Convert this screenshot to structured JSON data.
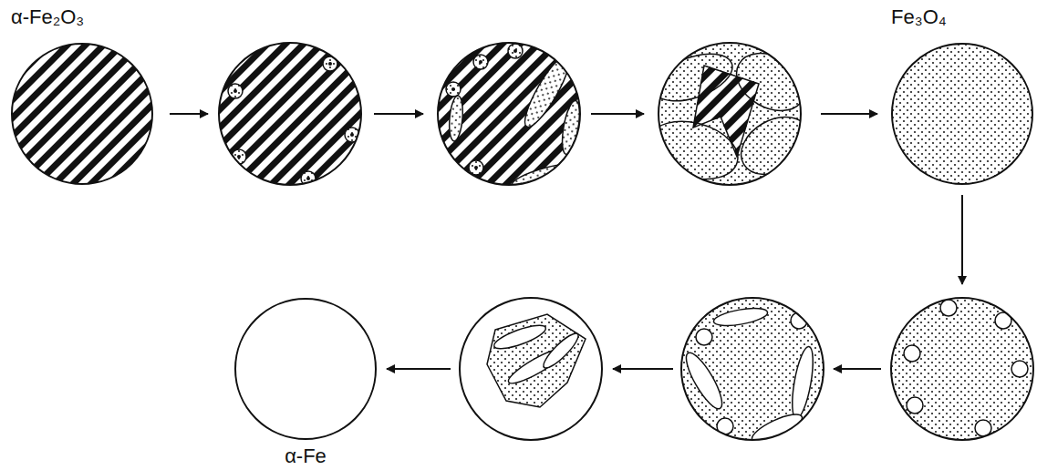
{
  "diagram": {
    "nodes": [
      {
        "text": [
          "α-Fe₂O₃"
        ]
      },
      {
        "text": [
          "Fe₃O₄"
        ]
      },
      {
        "text": [
          "α-Fe"
        ]
      }
    ]
  }
}
